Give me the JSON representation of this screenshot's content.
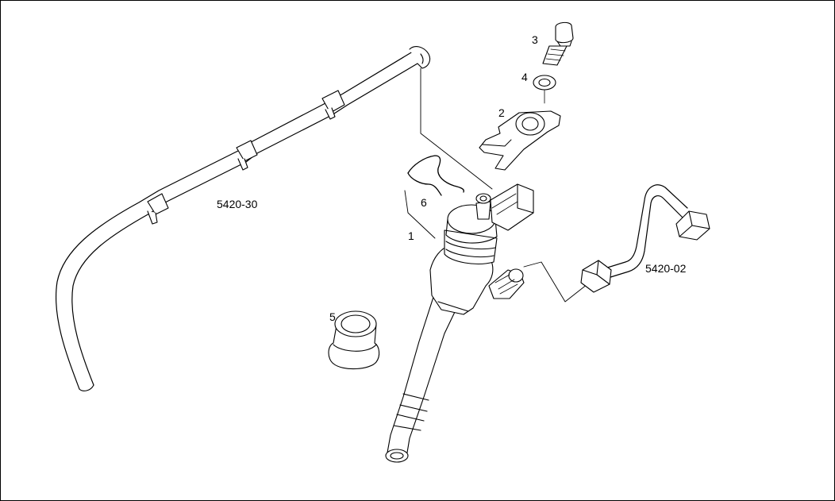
{
  "callouts": {
    "part_1": "1",
    "part_2": "2",
    "part_3": "3",
    "part_4": "4",
    "part_5": "5",
    "part_6": "6",
    "ref_return_line": "5420-30",
    "ref_pressure_pipe": "5420-02"
  },
  "colors": {
    "line": "#000000",
    "background": "#ffffff"
  }
}
